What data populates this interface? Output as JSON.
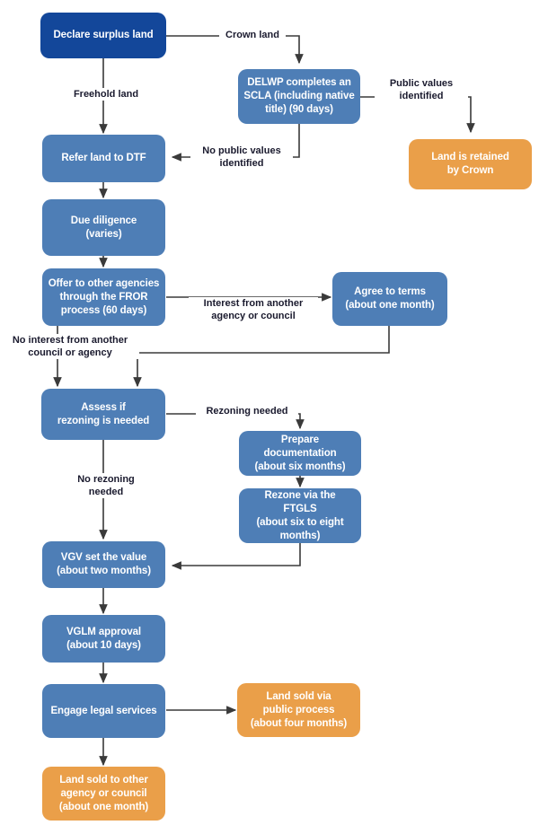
{
  "diagram": {
    "title": "Surplus land disposal process flowchart",
    "colors": {
      "start_blue": "#13479A",
      "step_blue": "#4E7EB6",
      "end_orange": "#EA9F49",
      "edge": "#3A3A3A",
      "label_text": "#1A1A2E",
      "node_text": "#FFFFFF",
      "background": "#FFFFFF"
    },
    "nodes": [
      {
        "id": "declare",
        "label": "Declare surplus land",
        "type": "start"
      },
      {
        "id": "delwp",
        "label": "DELWP completes an\nSCLA (including native\ntitle) (90 days)",
        "type": "step"
      },
      {
        "id": "retained",
        "label": "Land is retained\nby Crown",
        "type": "end"
      },
      {
        "id": "refer",
        "label": "Refer land to DTF",
        "type": "step"
      },
      {
        "id": "duediligence",
        "label": "Due diligence\n(varies)",
        "type": "step"
      },
      {
        "id": "fror",
        "label": "Offer to other agencies\nthrough the FROR\nprocess (60 days)",
        "type": "step"
      },
      {
        "id": "agree",
        "label": "Agree to terms\n(about one month)",
        "type": "step"
      },
      {
        "id": "assess",
        "label": "Assess if\nrezoning is needed",
        "type": "step"
      },
      {
        "id": "prepare",
        "label": "Prepare documentation\n(about six months)",
        "type": "step"
      },
      {
        "id": "rezone",
        "label": "Rezone via the\nFTGLS\n(about six to eight\nmonths)",
        "type": "step"
      },
      {
        "id": "vgv",
        "label": "VGV set the value\n(about two months)",
        "type": "step"
      },
      {
        "id": "vglm",
        "label": "VGLM approval\n(about 10 days)",
        "type": "step"
      },
      {
        "id": "legal",
        "label": "Engage legal services",
        "type": "step"
      },
      {
        "id": "soldpublic",
        "label": "Land sold via\npublic process\n(about four months)",
        "type": "end"
      },
      {
        "id": "soldagency",
        "label": "Land sold to other\nagency or council\n(about one month)",
        "type": "end"
      }
    ],
    "edge_labels": [
      {
        "id": "crown-land",
        "text": "Crown land"
      },
      {
        "id": "freehold-land",
        "text": "Freehold land"
      },
      {
        "id": "public-values",
        "text": "Public values\nidentified"
      },
      {
        "id": "no-public-values",
        "text": "No public values\nidentified"
      },
      {
        "id": "interest-another",
        "text": "Interest from another\nagency or council"
      },
      {
        "id": "no-interest",
        "text": "No interest from another\ncouncil or agency"
      },
      {
        "id": "rezoning-needed",
        "text": "Rezoning needed"
      },
      {
        "id": "no-rezoning-needed",
        "text": "No rezoning\nneeded"
      }
    ]
  }
}
